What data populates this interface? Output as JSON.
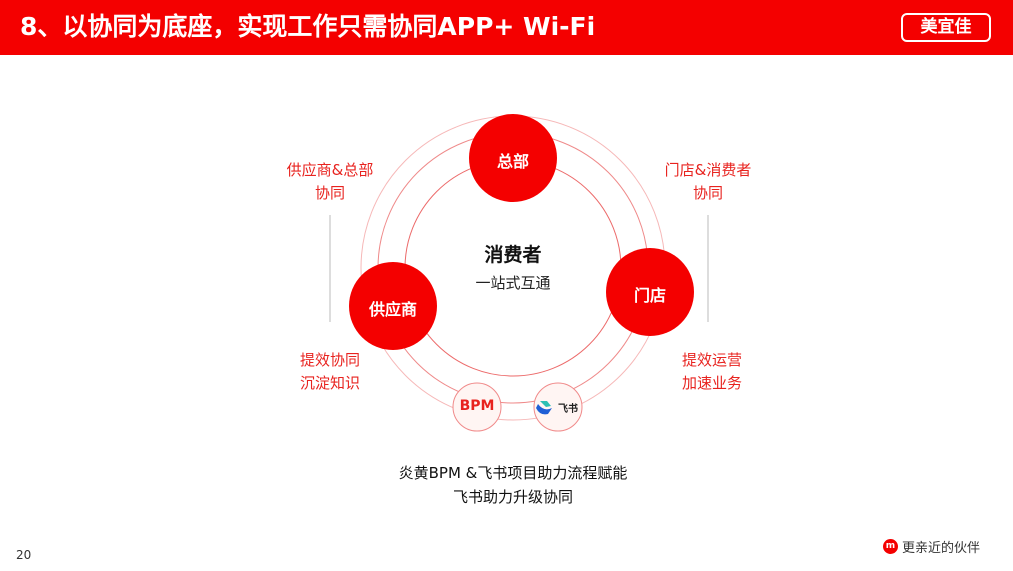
{
  "header": {
    "title": "8、以协同为底座，实现工作只需协同APP+ Wi-Fi",
    "logo": "美宜佳"
  },
  "diagram": {
    "center": {
      "title": "消费者",
      "subtitle": "一站式互通"
    },
    "nodes": {
      "hq": "总部",
      "supplier": "供应商",
      "store": "门店"
    },
    "tools": {
      "bpm": "BPM",
      "feishu": "飞书"
    },
    "labels": {
      "top_left": [
        "供应商&总部",
        "协同"
      ],
      "top_right": [
        "门店&消费者",
        "协同"
      ],
      "bottom_left": [
        "提效协同",
        "沉淀知识"
      ],
      "bottom_right": [
        "提效运营",
        "加速业务"
      ]
    },
    "caption": [
      "炎黄BPM &飞书项目助力流程赋能",
      "飞书助力升级协同"
    ]
  },
  "footer": {
    "page_number": "20",
    "slogan": "更亲近的伙伴",
    "slogan_mark": "m"
  },
  "colors": {
    "brand": "#f40000",
    "label": "#e8231f"
  }
}
